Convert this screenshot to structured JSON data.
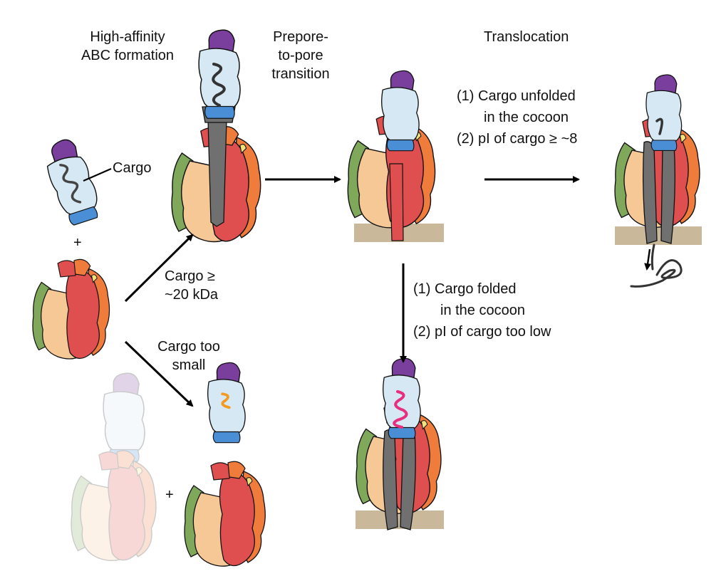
{
  "stages": {
    "formation": [
      "High-affinity",
      "ABC formation"
    ],
    "transition": [
      "Prepore-",
      "to-pore",
      "transition"
    ],
    "translocation": "Translocation"
  },
  "labels": {
    "cargo": "Cargo",
    "plus": "+",
    "cargo_large": [
      "Cargo ≥",
      "~20 kDa"
    ],
    "cargo_small": [
      "Cargo too",
      "small"
    ],
    "unfolded": [
      "(1) Cargo unfolded",
      "in the cocoon",
      "(2) pI of cargo ≥ ~8"
    ],
    "folded": [
      "(1) Cargo folded",
      "in the cocoon",
      "(2) pI of cargo too low"
    ]
  },
  "colors": {
    "purple": "#7a3e9d",
    "light_blue": "#d6e8f3",
    "blue": "#4a8fd6",
    "green": "#7fa85a",
    "peach": "#f6c896",
    "red": "#e04f4f",
    "orange": "#f07c3c",
    "yellow": "#f2e27a",
    "gray": "#707070",
    "membrane": "#c9b99a",
    "cargo_orange": "#f39a20",
    "cargo_pink": "#e62f7e"
  }
}
